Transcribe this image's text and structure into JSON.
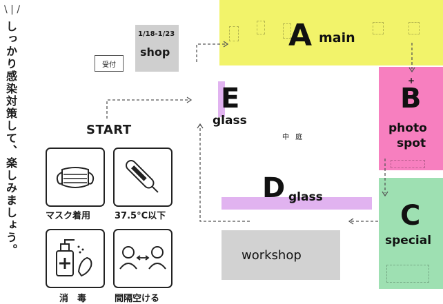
{
  "vertical_message": "しっかり感染対策して、楽しみましょう。",
  "reception": "受付",
  "shop": {
    "dates": "1/18-1/23",
    "label": "shop"
  },
  "start": "START",
  "icons": [
    {
      "name": "mask-icon",
      "caption": "マスク着用"
    },
    {
      "name": "thermometer-icon",
      "caption": "37.5°C以下"
    },
    {
      "name": "sanitizer-icon",
      "caption": "消　毒"
    },
    {
      "name": "distance-icon",
      "caption": "間隔空ける"
    }
  ],
  "zones": {
    "a": {
      "letter": "A",
      "label": "main"
    },
    "b": {
      "letter": "B",
      "label_line1": "photo",
      "label_line2": "spot"
    },
    "c": {
      "letter": "C",
      "label": "special"
    },
    "d": {
      "letter": "D",
      "label": "glass"
    },
    "e": {
      "letter": "E",
      "label": "glass"
    }
  },
  "courtyard": "中 庭",
  "workshop": "workshop",
  "colors": {
    "zone_a": "#f2f36a",
    "zone_b": "#f77fbf",
    "zone_c": "#9ee0b2",
    "glass": "#e1b3f0",
    "shop": "#cfcfcf",
    "workshop": "#d2d2d2"
  }
}
